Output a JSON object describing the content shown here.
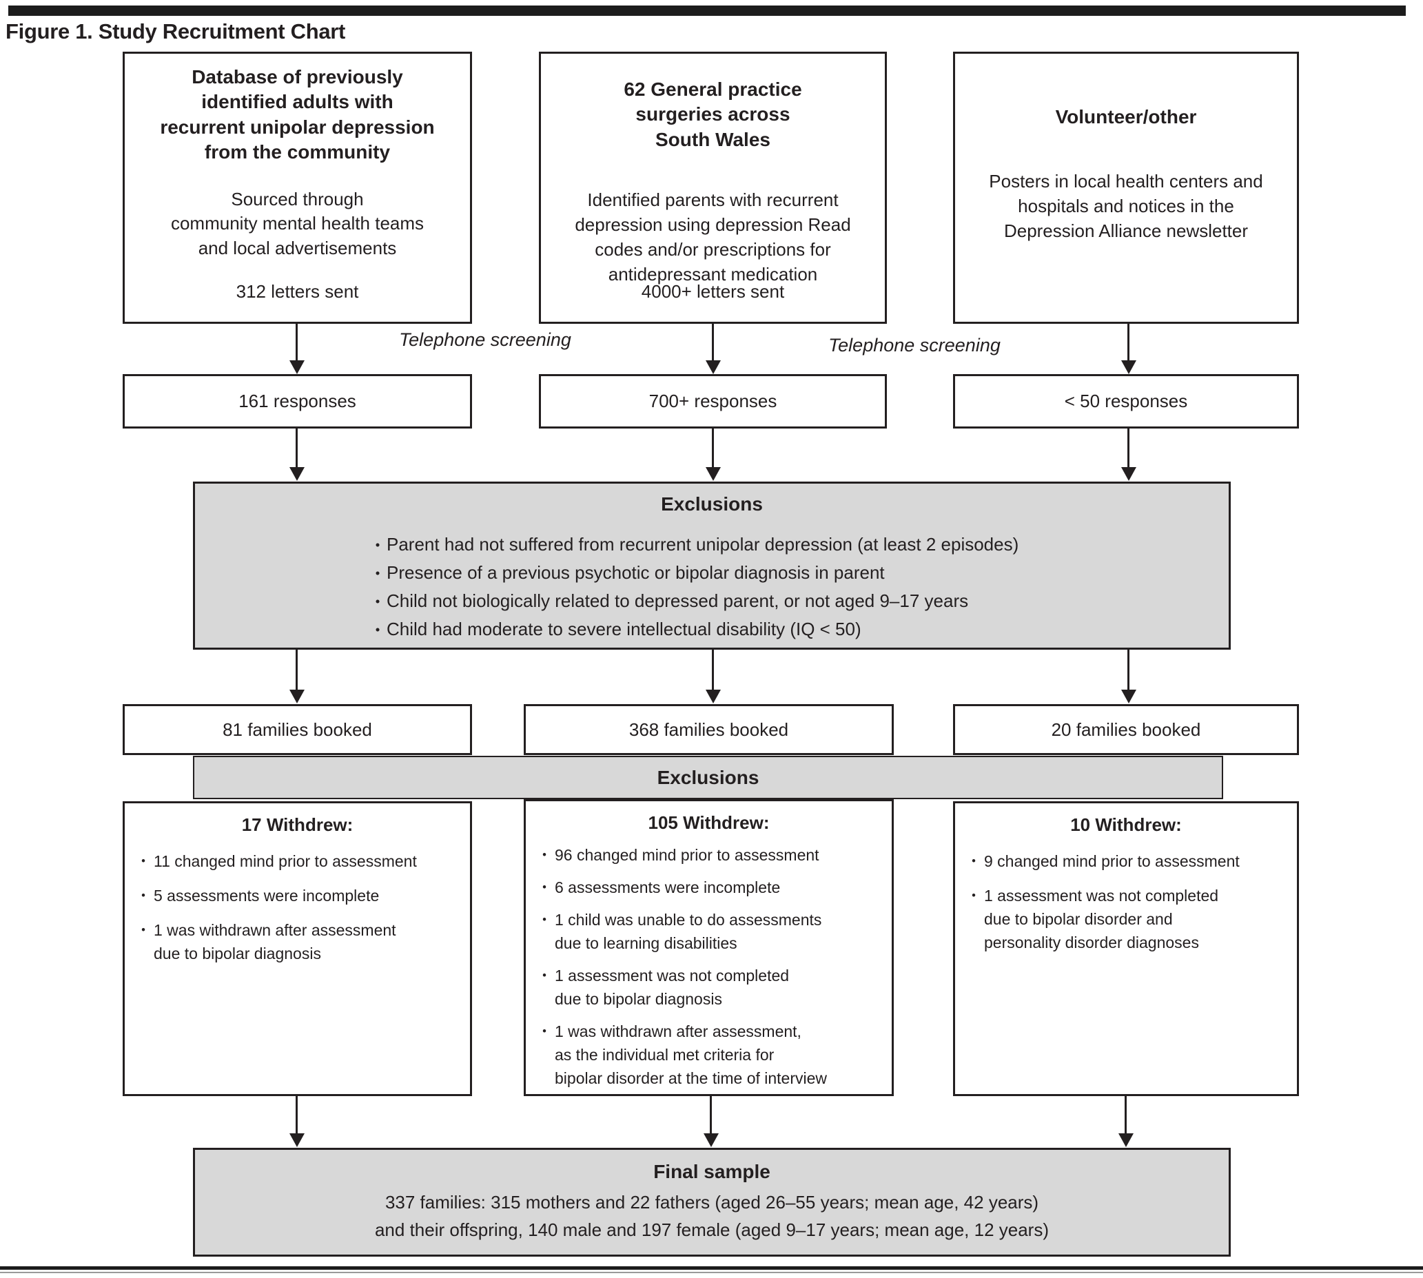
{
  "figure": {
    "title": "Figure 1. Study Recruitment Chart"
  },
  "colors": {
    "box_border": "#231f20",
    "gray_fill": "#d8d8d8",
    "rule": "#1c1c1c"
  },
  "screening": {
    "left_label": "Telephone screening",
    "right_label": "Telephone screening"
  },
  "columns": [
    {
      "source": {
        "heading": "Database of previously\nidentified adults with\nrecurrent unipolar depression\nfrom the community",
        "body": "Sourced through\ncommunity mental health teams\nand local advertisements",
        "letters": "312 letters sent"
      },
      "responses": "161 responses",
      "booked": "81 families booked",
      "withdrew": {
        "heading": "17 Withdrew:",
        "items": [
          "11 changed mind prior to assessment",
          "5 assessments were incomplete",
          "1 was withdrawn after assessment\ndue to bipolar diagnosis"
        ]
      }
    },
    {
      "source": {
        "heading": "62 General practice\nsurgeries across\nSouth Wales",
        "body": "Identified parents with recurrent\ndepression using depression Read\ncodes and/or prescriptions for\nantidepressant medication",
        "letters": "4000+ letters sent"
      },
      "responses": "700+ responses",
      "booked": "368 families booked",
      "withdrew": {
        "heading": "105 Withdrew:",
        "items": [
          "96 changed mind prior to assessment",
          "6 assessments were incomplete",
          "1 child was unable to do assessments\ndue to learning disabilities",
          "1 assessment was not completed\ndue to bipolar diagnosis",
          "1 was withdrawn after assessment,\nas the individual met criteria for\nbipolar disorder at the time of interview"
        ]
      }
    },
    {
      "source": {
        "heading": "Volunteer/other",
        "body": "Posters in local health centers and\nhospitals and notices in the\nDepression Alliance newsletter",
        "letters": ""
      },
      "responses": "< 50 responses",
      "booked": "20 families booked",
      "withdrew": {
        "heading": "10 Withdrew:",
        "items": [
          "9 changed mind prior to assessment",
          "1 assessment was not completed\ndue to bipolar disorder and\npersonality disorder diagnoses"
        ]
      }
    }
  ],
  "exclusions_top": {
    "heading": "Exclusions",
    "items": [
      "Parent had not suffered from recurrent unipolar depression (at least 2 episodes)",
      "Presence of a previous psychotic or bipolar diagnosis in parent",
      "Child not biologically related to depressed parent, or not aged 9–17 years",
      "Child had moderate to severe intellectual disability (IQ < 50)"
    ]
  },
  "exclusions_band": {
    "heading": "Exclusions"
  },
  "final_sample": {
    "heading": "Final sample",
    "body": "337 families: 315 mothers and 22 fathers (aged 26–55 years; mean age, 42 years)\nand their offspring, 140 male and 197 female (aged 9–17 years; mean age, 12 years)"
  }
}
